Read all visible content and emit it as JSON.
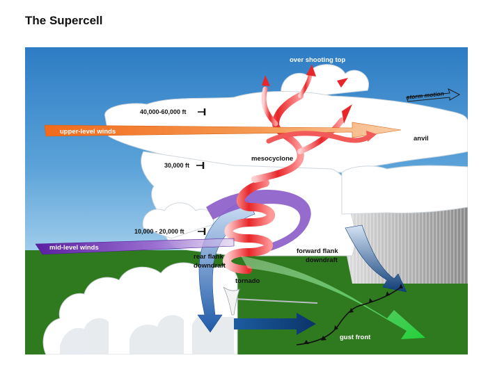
{
  "title": "The Supercell",
  "labels": {
    "overshooting_top": "over shooting top",
    "storm_motion": "storm motion",
    "altitude_top": "40,000-60,000 ft",
    "upper_level_winds": "upper-level winds",
    "anvil": "anvil",
    "altitude_mid": "30,000 ft",
    "mesocyclone": "mesocyclone",
    "altitude_low": "10,000 - 20,000 ft",
    "mid_level_winds": "mid-level winds",
    "rear_flank_downdraft_1": "rear flank",
    "rear_flank_downdraft_2": "downdraft",
    "forward_flank_downdraft_1": "forward flank",
    "forward_flank_downdraft_2": "downdraft",
    "tornado": "tornado",
    "gust_front": "gust front"
  },
  "colors": {
    "sky_top": "#2e7cc4",
    "sky_bottom": "#9fcbea",
    "ground": "#2f7a1e",
    "upper_winds": "#f07a22",
    "mid_winds": "#6a2fb0",
    "updraft": "#e8262a",
    "rear_downdraft": "#2a68b8",
    "inflow": "#35c44a",
    "outflow": "#0f3f78"
  }
}
